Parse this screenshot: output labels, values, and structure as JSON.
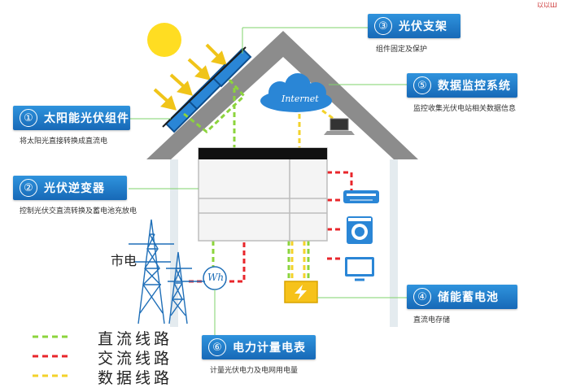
{
  "corner_badge": "以以Ш",
  "city_label": "市电",
  "internet_label": "Internet",
  "meter_symbol": "Wh",
  "callouts": [
    {
      "num": "①",
      "label": "太阳能光伏组件",
      "desc": "将太阳光直接转换成直流电"
    },
    {
      "num": "②",
      "label": "光伏逆变器",
      "desc": "控制光伏交直流转换及蓄电池充放电"
    },
    {
      "num": "③",
      "label": "光伏支架",
      "desc": "组件固定及保护"
    },
    {
      "num": "⑤",
      "label": "数据监控系统",
      "desc": "监控收集光伏电站相关数据信息"
    },
    {
      "num": "④",
      "label": "储能蓄电池",
      "desc": "直流电存储"
    },
    {
      "num": "⑥",
      "label": "电力计量电表",
      "desc": "计量光伏电力及电网用电量"
    }
  ],
  "legend": [
    {
      "label": "直流线路",
      "color": "#8cd43c"
    },
    {
      "label": "交流线路",
      "color": "#e8262b"
    },
    {
      "label": "数据线路",
      "color": "#f3d22a"
    }
  ]
}
